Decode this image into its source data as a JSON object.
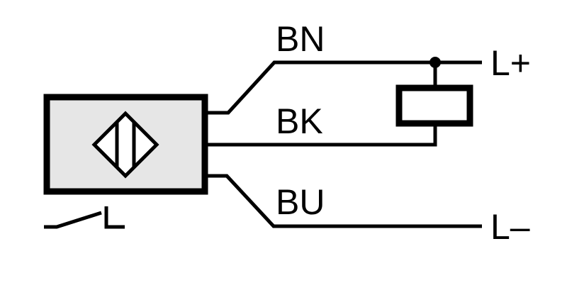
{
  "diagram": {
    "type": "sensor-wiring",
    "wires": {
      "brown": "BN",
      "black": "BK",
      "blue": "BU"
    },
    "terminals": {
      "positive": "L+",
      "negative": "L–"
    },
    "colors": {
      "line": "#000000",
      "sensor_body": "#e6e6e6",
      "background": "#ffffff"
    },
    "icons": {
      "sensor_symbol": "inductive-sensor-icon",
      "load": "relay-coil-icon",
      "contact": "normally-open-contact-icon",
      "junction": "junction-dot-icon"
    }
  }
}
